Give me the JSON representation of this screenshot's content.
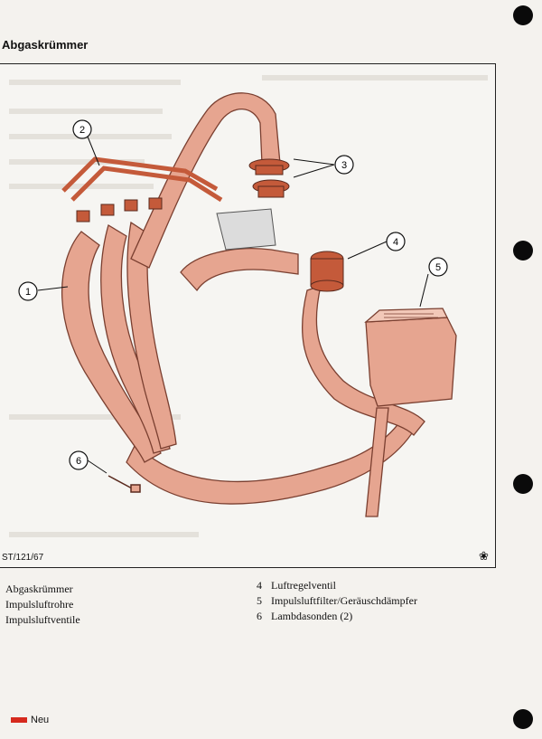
{
  "page": {
    "title": "Abgaskrümmer",
    "figure_id": "ST/121/67",
    "corner_symbol": "❀"
  },
  "callouts": [
    "1",
    "2",
    "3",
    "4",
    "5",
    "6"
  ],
  "legend": {
    "left": [
      "Abgaskrümmer",
      "Impulsluftrohre",
      "Impulsluftventile"
    ],
    "right": [
      {
        "num": "4",
        "label": "Luftregelventil"
      },
      {
        "num": "5",
        "label": "Impulsluftfilter/Geräuschdämpfer"
      },
      {
        "num": "6",
        "label": "Lambdasonden (2)"
      }
    ]
  },
  "footer": {
    "new_label": "Neu",
    "new_color": "#d62a1e"
  },
  "colors": {
    "pipe": "#e6a590",
    "pipe_edge": "#7a3f30",
    "metal": "#c45a3a",
    "ink": "#111111"
  }
}
